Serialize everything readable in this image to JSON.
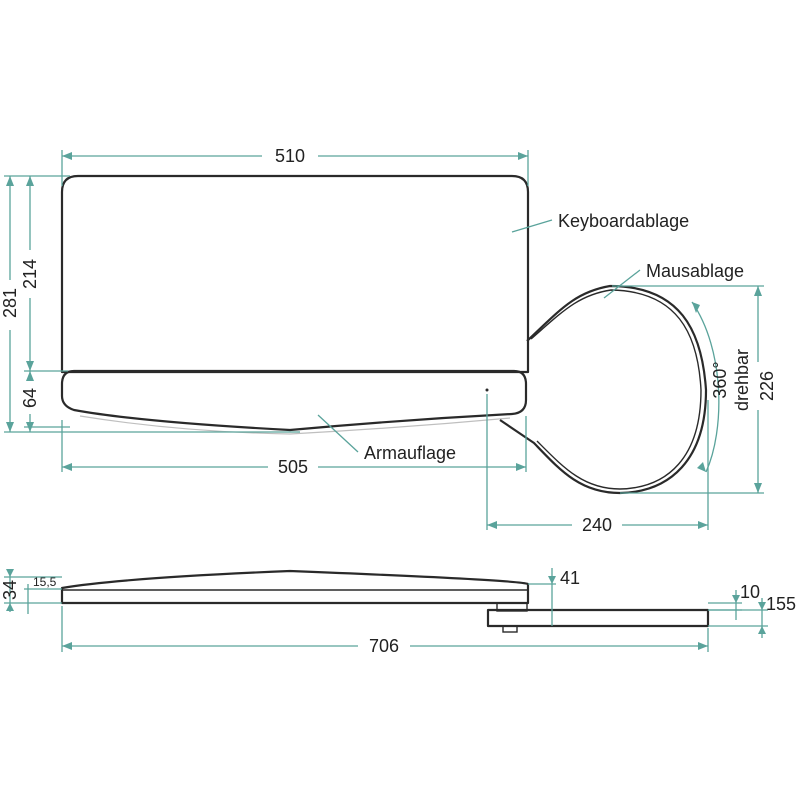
{
  "dimensions": {
    "width_top": "510",
    "height_total": "281",
    "height_keyboard": "214",
    "height_armrest": "64",
    "width_armrest": "505",
    "mouse_depth": "226",
    "mouse_width": "240",
    "side_height": "34",
    "side_armrest_height": "15,5",
    "side_offset": "41",
    "side_mouse_thickness": "10",
    "side_mouse_height": "155",
    "side_total_width": "706"
  },
  "labels": {
    "keyboard": "Keyboardablage",
    "mouse": "Mausablage",
    "armrest": "Armauflage",
    "rotation": "360°",
    "rotation_word": "drehbar"
  },
  "colors": {
    "dimension_line": "#5aa39b",
    "outline": "#2a2a2a"
  }
}
